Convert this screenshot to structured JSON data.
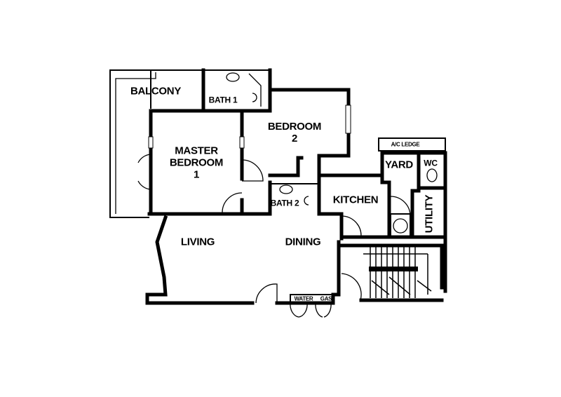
{
  "rooms": {
    "balcony": "BALCONY",
    "bath1": "BATH 1",
    "bedroom2": {
      "line1": "BEDROOM",
      "line2": "2"
    },
    "master": {
      "line1": "MASTER",
      "line2": "BEDROOM",
      "line3": "1"
    },
    "bath2": "BATH 2",
    "kitchen": "KITCHEN",
    "ac_ledge": "A/C LEDGE",
    "yard": "YARD",
    "wc": "WC",
    "utility": "UTILITY",
    "living": "LIVING",
    "dining": "DINING",
    "water": "WATER",
    "gas": "GAS"
  }
}
